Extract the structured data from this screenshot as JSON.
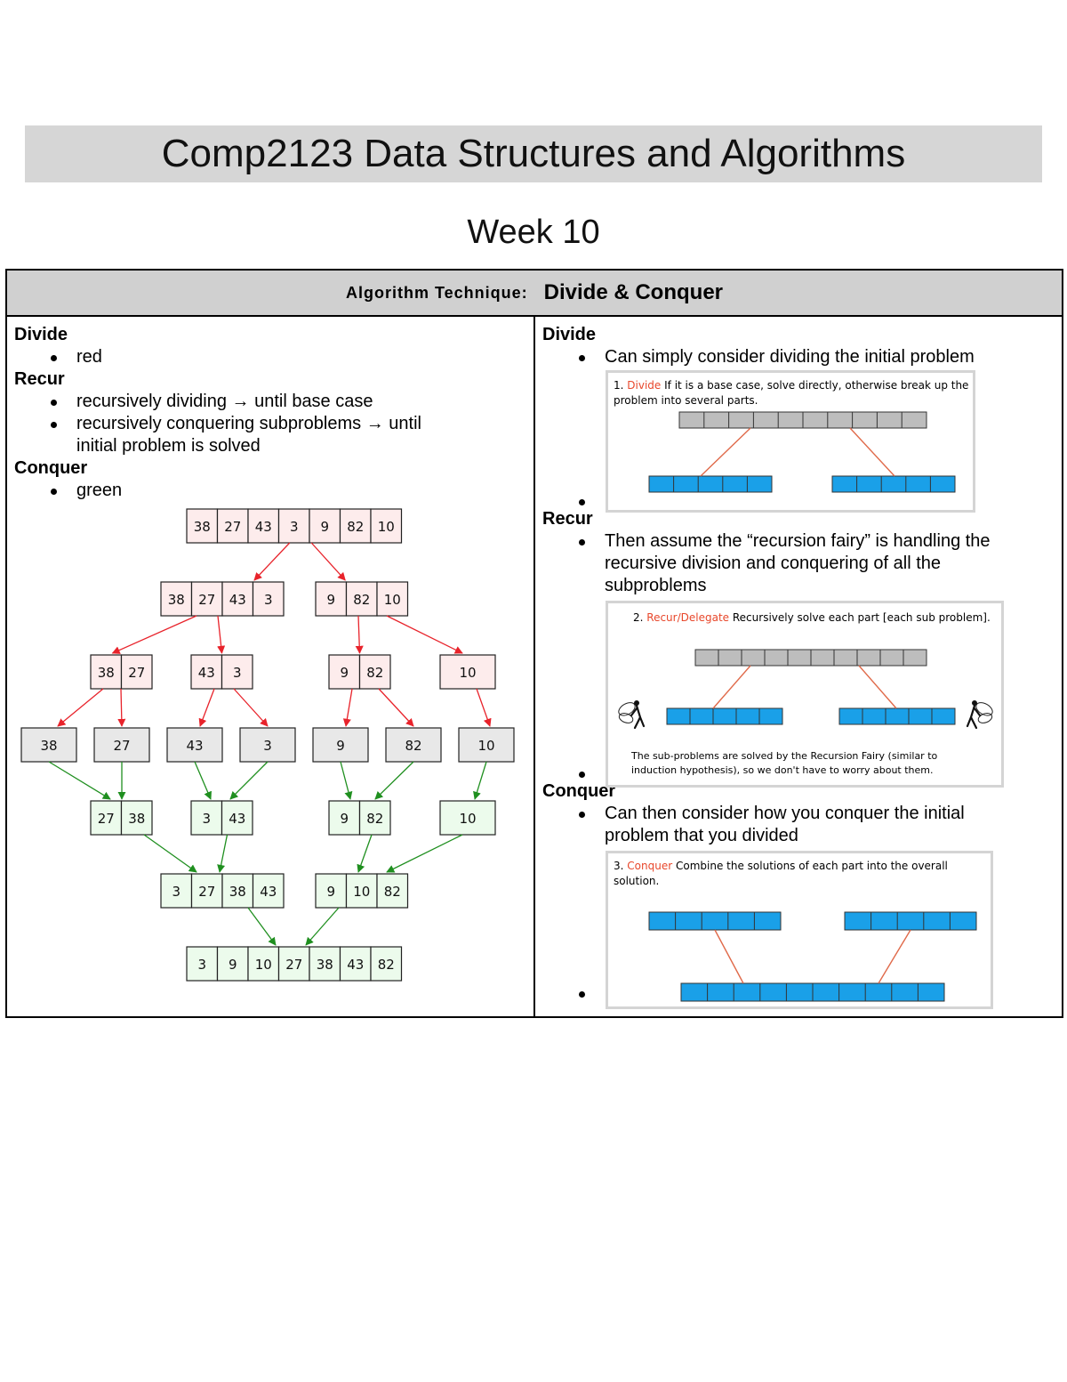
{
  "header": {
    "title": "Comp2123 Data Structures and Algorithms",
    "subtitle": "Week 10"
  },
  "table": {
    "header_label": "Algorithm Technique:",
    "header_value": "Divide & Conquer"
  },
  "left": {
    "divide_head": "Divide",
    "divide_items": [
      "red"
    ],
    "recur_head": "Recur",
    "recur_items": [
      "recursively dividing → until base case",
      "recursively conquering subproblems → until initial problem is solved"
    ],
    "conquer_head": "Conquer",
    "conquer_items": [
      "green"
    ]
  },
  "merge_sort": {
    "levels": [
      [
        [
          "38",
          "27",
          "43",
          "3",
          "9",
          "82",
          "10"
        ]
      ],
      [
        [
          "38",
          "27",
          "43",
          "3"
        ],
        [
          "9",
          "82",
          "10"
        ]
      ],
      [
        [
          "38",
          "27"
        ],
        [
          "43",
          "3"
        ],
        [
          "9",
          "82"
        ],
        [
          "10"
        ]
      ],
      [
        [
          "38"
        ],
        [
          "27"
        ],
        [
          "43"
        ],
        [
          "3"
        ],
        [
          "9"
        ],
        [
          "82"
        ],
        [
          "10"
        ]
      ],
      [
        [
          "27",
          "38"
        ],
        [
          "3",
          "43"
        ],
        [
          "9",
          "82"
        ],
        [
          "10"
        ]
      ],
      [
        [
          "3",
          "27",
          "38",
          "43"
        ],
        [
          "9",
          "10",
          "82"
        ]
      ],
      [
        [
          "3",
          "9",
          "10",
          "27",
          "38",
          "43",
          "82"
        ]
      ]
    ],
    "colors": {
      "divide_fill": "#fdecec",
      "divide_arrow": "#e8232b",
      "base_fill": "#e8e8e8",
      "conquer_fill": "#ecfbec",
      "conquer_arrow": "#1f8f1f"
    }
  },
  "right": {
    "divide_head": "Divide",
    "divide_items": [
      "Can simply consider dividing the initial problem"
    ],
    "recur_head": "Recur",
    "recur_items": [
      "Then assume the “recursion fairy” is handling the recursive division and conquering of all the subproblems"
    ],
    "conquer_head": "Conquer",
    "conquer_items": [
      "Can then consider how you conquer the initial problem that you divided"
    ]
  },
  "panels": {
    "divide": {
      "number": "1.",
      "keyword": "Divide",
      "text": "If it is a base case, solve directly, otherwise break up the problem into several parts."
    },
    "recur": {
      "number": "2.",
      "keyword": "Recur/Delegate",
      "text": "Recursively solve each part [each sub problem].",
      "note": "The sub-problems are solved by the Recursion Fairy (similar to induction hypothesis), so we don't have to worry about them."
    },
    "conquer": {
      "number": "3.",
      "keyword": "Conquer",
      "text": "Combine the solutions of each part into the overall solution."
    },
    "colors": {
      "blue": "#1aa0e8",
      "gray": "#bdbdbd",
      "line": "#e06a4a"
    }
  }
}
